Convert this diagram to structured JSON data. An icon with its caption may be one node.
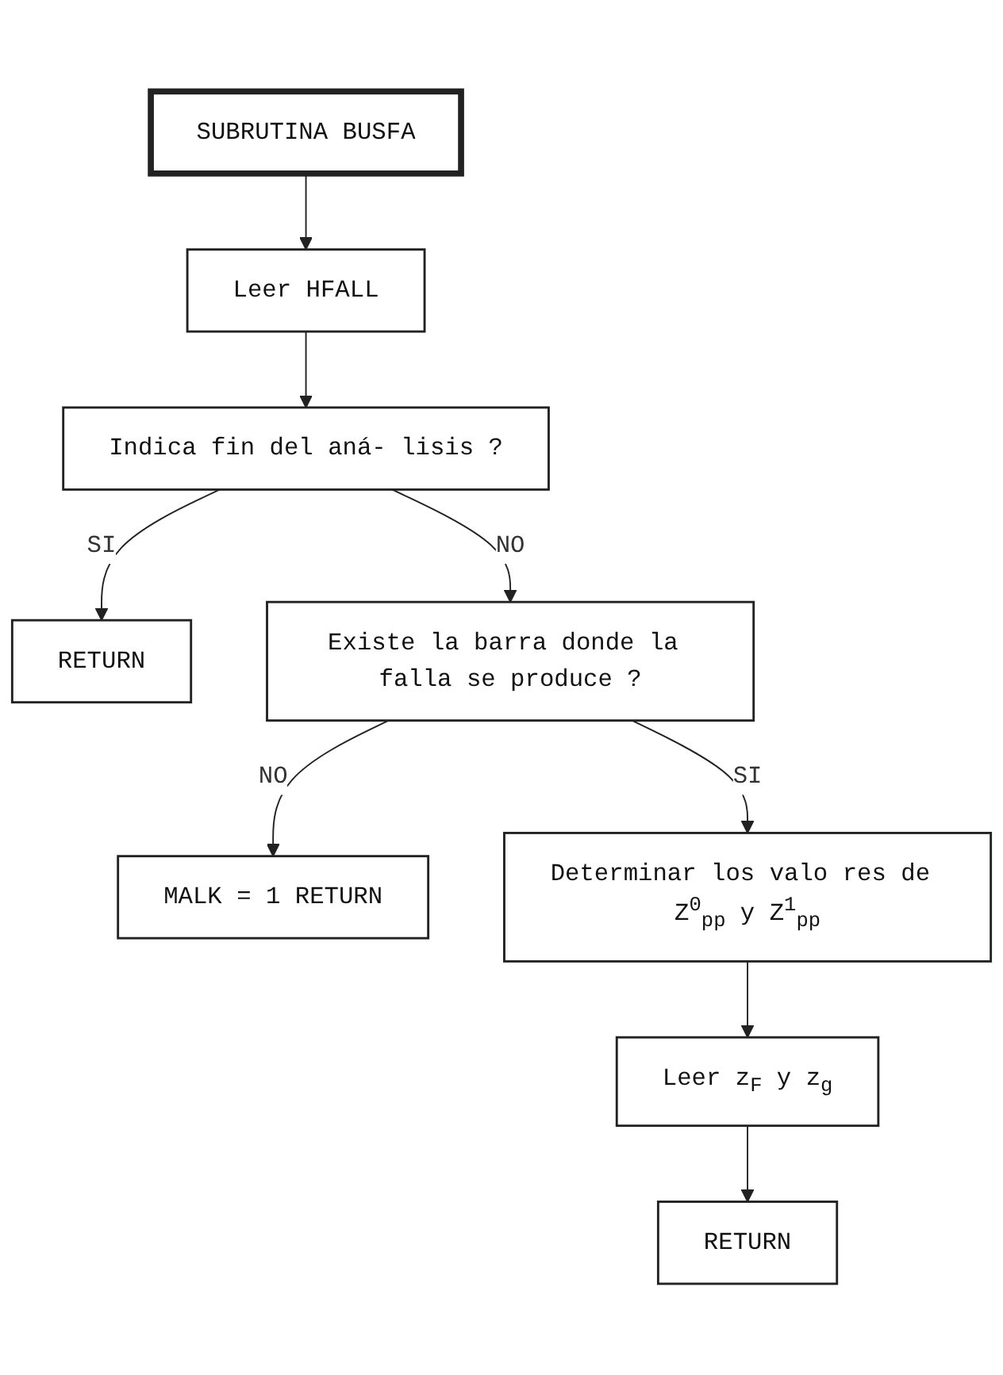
{
  "diagram": {
    "nodes": [
      {
        "text": [
          "SUBRUTINA BUSFA"
        ]
      },
      {
        "text": [
          "Leer HFALL"
        ]
      },
      {
        "text": [
          "Indica fin del aná- lisis ?"
        ]
      },
      {
        "text": [
          "RETURN"
        ]
      },
      {
        "text": [
          "Existe la barra donde la falla se produce ?"
        ]
      },
      {
        "text": [
          "MALK = 1 RETURN"
        ]
      },
      {
        "text": [
          "Determinar los valo res de Z$^{0}$$_{pp}$ y Z$^{1}$$_{pp}$"
        ]
      },
      {
        "text": [
          "Leer z$_{F}$ y z$_{g}$"
        ]
      },
      {
        "text": [
          "RETURN"
        ]
      }
    ],
    "edges": [
      {
        "from": 0,
        "to": 1,
        "arrow": "to"
      },
      {
        "from": 1,
        "to": 2,
        "arrow": "to"
      },
      {
        "from": 2,
        "to": 3,
        "arrow": "to",
        "label": "SI"
      },
      {
        "from": 2,
        "to": 4,
        "arrow": "to",
        "label": "NO"
      },
      {
        "from": 4,
        "to": 5,
        "arrow": "to",
        "label": "NO"
      },
      {
        "from": 4,
        "to": 6,
        "arrow": "to",
        "label": "SI"
      },
      {
        "from": 6,
        "to": 7,
        "arrow": "to"
      },
      {
        "from": 7,
        "to": 8,
        "arrow": "to"
      }
    ]
  }
}
